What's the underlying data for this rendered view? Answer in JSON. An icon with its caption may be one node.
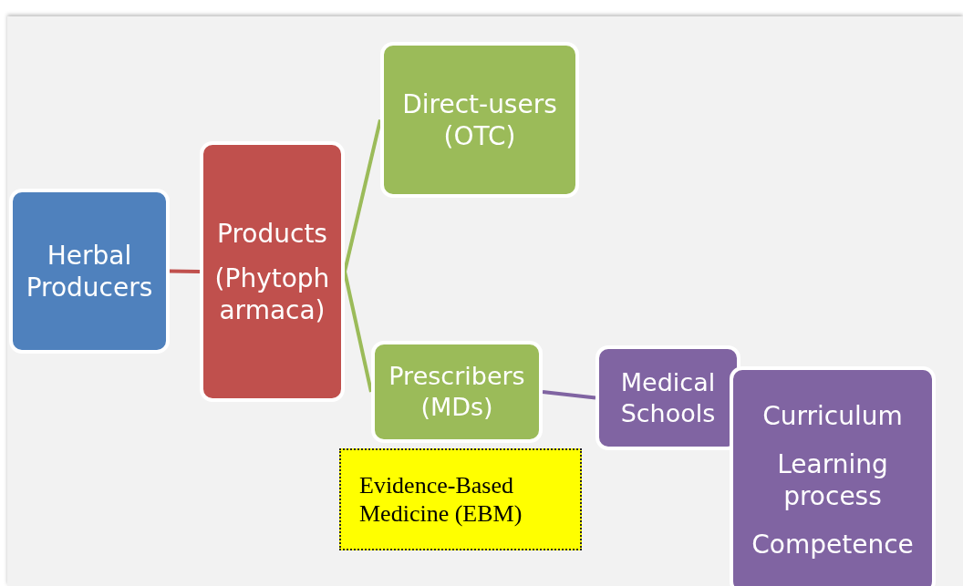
{
  "diagram": {
    "nodes": [
      {
        "text": [
          "Herbal Producers"
        ]
      },
      {
        "text": [
          "Products",
          "(Phytoph armaca)"
        ]
      },
      {
        "text": [
          "Direct-users (OTC)"
        ]
      },
      {
        "text": [
          "Prescribers (MDs)"
        ]
      },
      {
        "text": [
          "Evidence-Based Medicine (EBM)"
        ]
      },
      {
        "text": [
          "Medical Schools"
        ]
      },
      {
        "text": [
          "Curriculum",
          "Learning process",
          "Competence"
        ]
      }
    ],
    "edges": [
      {
        "from": 0,
        "to": 1,
        "arrow": "none",
        "color": "#c0504d"
      },
      {
        "from": 1,
        "to": 2,
        "arrow": "none"
      },
      {
        "from": 1,
        "to": 3,
        "arrow": "none"
      },
      {
        "from": 3,
        "to": 5,
        "arrow": "none",
        "color": "#8064a2"
      }
    ]
  }
}
